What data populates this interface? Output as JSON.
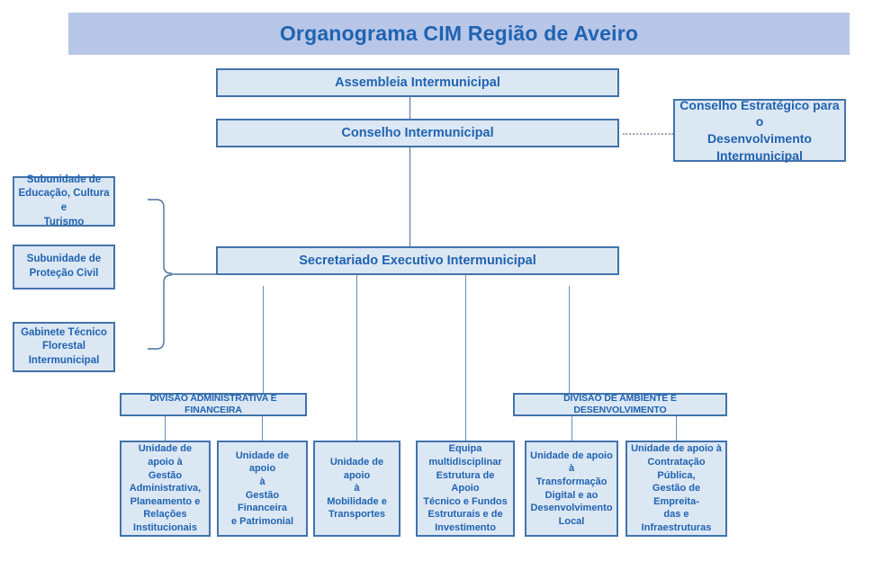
{
  "title": {
    "text": "Organograma CIM Região de Aveiro",
    "banner_color": "#b8c6e8",
    "text_color": "#1f63b0"
  },
  "theme": {
    "box_fill": "#dce7f4",
    "box_border": "#4273ab",
    "text_color": "#1f63b0",
    "connector_color": "#4a6f9c",
    "dotted_connector_color": "#9aa7b5"
  },
  "chart_data": {
    "type": "diagram",
    "title": "Organograma CIM Região de Aveiro",
    "orientation": "top-down organizational chart",
    "levels": [
      {
        "level": 1,
        "nodes": [
          {
            "id": "assembleia",
            "label": "Assembleia Intermunicipal"
          }
        ]
      },
      {
        "level": 2,
        "nodes": [
          {
            "id": "conselho",
            "label": "Conselho Intermunicipal"
          },
          {
            "id": "conselho_estrategico",
            "label": "Conselho Estratégico para o Desenvolvimento Intermunicipal"
          }
        ]
      },
      {
        "level": 3,
        "nodes": [
          {
            "id": "secretariado",
            "label": "Secretariado Executivo Intermunicipal"
          },
          {
            "id": "sub_educacao",
            "label": "Subunidade de Educação, Cultura e Turismo"
          },
          {
            "id": "sub_protecao",
            "label": "Subunidade de Proteção Civil"
          },
          {
            "id": "gab_florestal",
            "label": "Gabinete Técnico Florestal Intermunicipal"
          }
        ]
      },
      {
        "level": 4,
        "nodes": [
          {
            "id": "div_admin",
            "label": "DIVISÃO ADMINISTRATIVA E FINANCEIRA"
          },
          {
            "id": "div_ambiente",
            "label": "DIVISÃO DE AMBIENTE E DESENVOLVIMENTO"
          }
        ]
      },
      {
        "level": 5,
        "nodes": [
          {
            "id": "unit1",
            "label": "Unidade de apoio à Gestão Administrativa, Planeamento e Relações Institucionais"
          },
          {
            "id": "unit2",
            "label": "Unidade de apoio à Gestão Financeira e Patrimonial"
          },
          {
            "id": "unit3",
            "label": "Unidade de apoio à Mobilidade e Transportes"
          },
          {
            "id": "unit4",
            "label": "Equipa multidisciplinar Estrutura de Apoio Técnico e Fundos Estruturais e de Investimento"
          },
          {
            "id": "unit5",
            "label": "Unidade de apoio à Transformação Digital e ao Desenvolvimento Local"
          },
          {
            "id": "unit6",
            "label": "Unidade de apoio à Contratação Pública, Gestão de Empreitadas e Infraestruturas"
          }
        ]
      }
    ],
    "edges": [
      {
        "from": "assembleia",
        "to": "conselho",
        "style": "solid"
      },
      {
        "from": "conselho",
        "to": "conselho_estrategico",
        "style": "dotted"
      },
      {
        "from": "conselho",
        "to": "secretariado",
        "style": "solid"
      },
      {
        "from": "sub_educacao",
        "to": "secretariado",
        "style": "brace"
      },
      {
        "from": "sub_protecao",
        "to": "secretariado",
        "style": "brace"
      },
      {
        "from": "gab_florestal",
        "to": "secretariado",
        "style": "brace"
      },
      {
        "from": "secretariado",
        "to": "div_admin",
        "style": "solid"
      },
      {
        "from": "secretariado",
        "to": "div_ambiente",
        "style": "solid"
      },
      {
        "from": "secretariado",
        "to": "unit3",
        "style": "solid"
      },
      {
        "from": "secretariado",
        "to": "unit4",
        "style": "solid"
      },
      {
        "from": "div_admin",
        "to": "unit1",
        "style": "solid"
      },
      {
        "from": "div_admin",
        "to": "unit2",
        "style": "solid"
      },
      {
        "from": "div_ambiente",
        "to": "unit5",
        "style": "solid"
      },
      {
        "from": "div_ambiente",
        "to": "unit6",
        "style": "solid"
      }
    ]
  },
  "nodes": {
    "assembleia": "Assembleia Intermunicipal",
    "conselho": "Conselho Intermunicipal",
    "conselho_estrategico": "Conselho Estratégico para o\nDesenvolvimento\nIntermunicipal",
    "secretariado": "Secretariado Executivo Intermunicipal",
    "sub_educacao": "Subunidade de\nEducação, Cultura e\nTurismo",
    "sub_protecao": "Subunidade de\nProteção Civil",
    "gab_florestal": "Gabinete Técnico\nFlorestal\nIntermunicipal",
    "div_admin": "DIVISÃO ADMINISTRATIVA E FINANCEIRA",
    "div_ambiente": "DIVISÃO DE AMBIENTE E DESENVOLVIMENTO",
    "unit1": "Unidade de apoio à\nGestão\nAdministrativa,\nPlaneamento e\nRelações\nInstitucionais",
    "unit2": "Unidade de apoio\nà\nGestão Financeira\ne Patrimonial",
    "unit3": "Unidade de apoio\nà\nMobilidade e\nTransportes",
    "unit4": "Equipa\nmultidisciplinar\nEstrutura de Apoio\nTécnico e Fundos\nEstruturais e de\nInvestimento",
    "unit5": "Unidade de apoio à\nTransformação\nDigital e ao\nDesenvolvimento\nLocal",
    "unit6": "Unidade de apoio à\nContratação Pública,\nGestão de Empreita-\ndas e Infraestruturas"
  }
}
